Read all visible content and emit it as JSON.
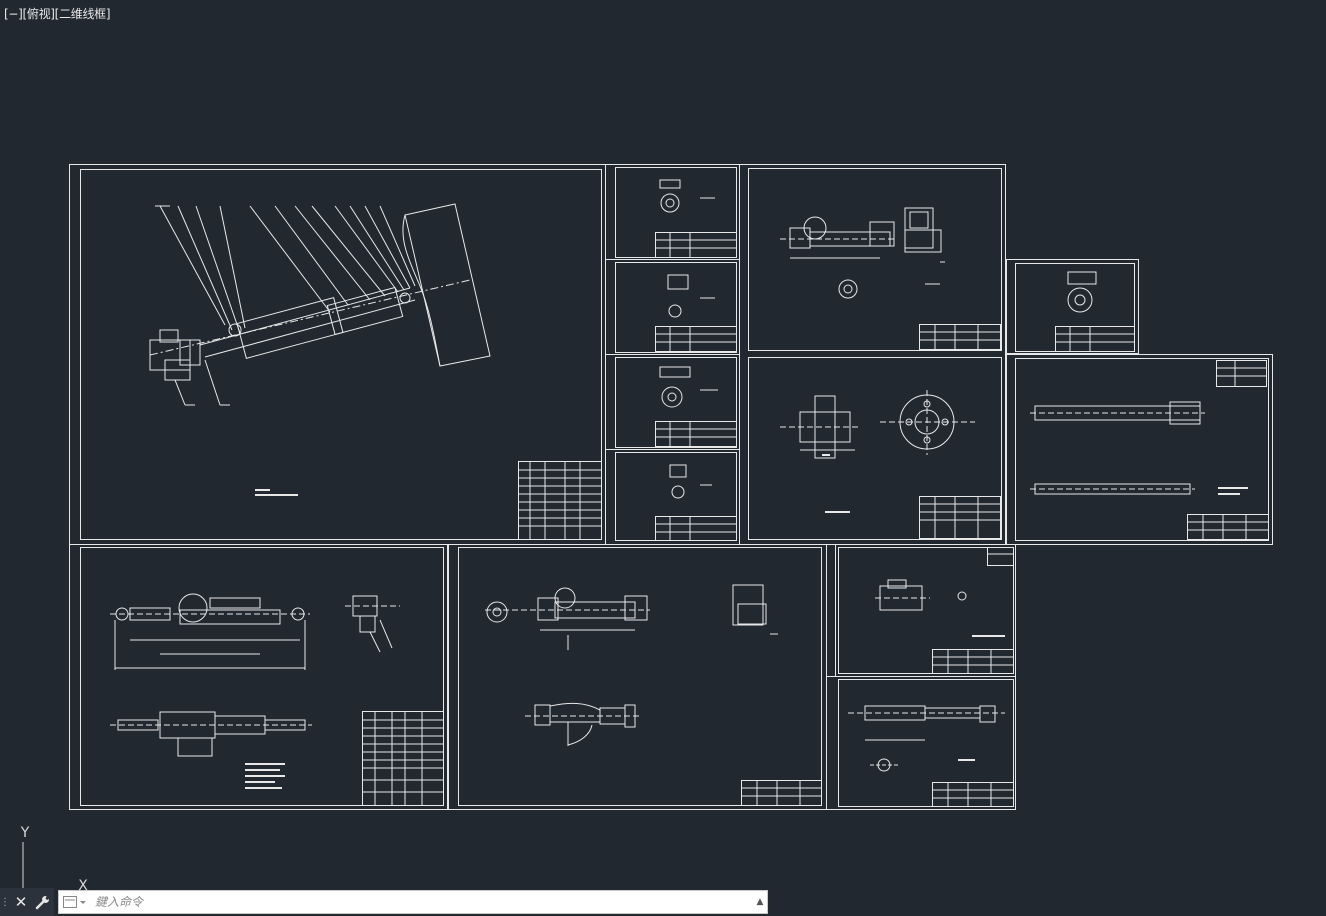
{
  "viewport": {
    "label": "[−][俯视][二维线框]",
    "background": "#212830",
    "line_color": "#e8e8e8"
  },
  "ucs": {
    "y_label": "Y",
    "x_label": "X"
  },
  "command_line": {
    "placeholder": "鍵入命令",
    "close_icon": "close-icon",
    "customize_icon": "wrench-icon",
    "prompt_icon": "command-prompt-icon",
    "history_icon": "chevron-up-icon"
  }
}
